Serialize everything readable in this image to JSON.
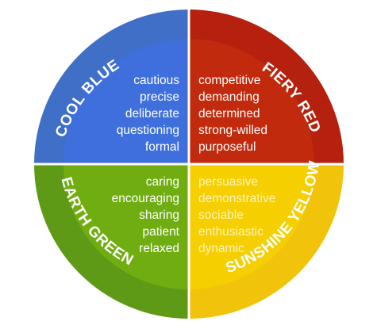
{
  "colors": {
    "blue_outer": "#3f6fc6",
    "blue_inner": "#3e6fdd",
    "red_outer": "#b5200f",
    "red_inner": "#c12a0c",
    "green_outer": "#5f9a16",
    "green_inner": "#70ad10",
    "yellow_outer": "#f1c30b",
    "yellow_inner": "#f6cf00",
    "divider": "#ffffff"
  },
  "quadrants": {
    "cool_blue": {
      "label": "COOL BLUE",
      "traits": [
        "cautious",
        "precise",
        "deliberate",
        "questioning",
        "formal"
      ]
    },
    "fiery_red": {
      "label": "FIERY RED",
      "traits": [
        "competitive",
        "demanding",
        "determined",
        "strong-willed",
        "purposeful"
      ]
    },
    "earth_green": {
      "label": "EARTH GREEN",
      "traits": [
        "caring",
        "encouraging",
        "sharing",
        "patient",
        "relaxed"
      ]
    },
    "sunshine_yellow": {
      "label": "SUNSHINE YELLOW",
      "traits": [
        "persuasive",
        "demonstrative",
        "sociable",
        "enthusiastic",
        "dynamic"
      ]
    }
  }
}
